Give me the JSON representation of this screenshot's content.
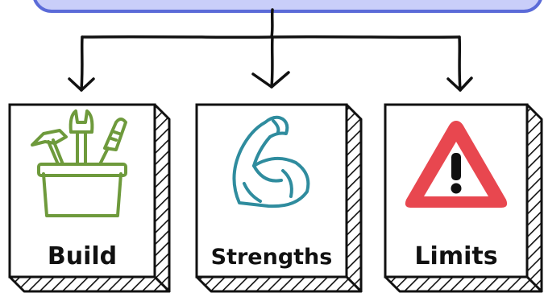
{
  "boxes": [
    {
      "label": "Build",
      "icon": "toolbox-icon"
    },
    {
      "label": "Strengths",
      "icon": "flexed-arm-icon"
    },
    {
      "label": "Limits",
      "icon": "warning-triangle-icon"
    }
  ],
  "colors": {
    "top_bar_fill": "#C9CEF9",
    "top_bar_stroke": "#5B6BD8",
    "ink": "#111111",
    "tool_green": "#6E9A3C",
    "arm_teal": "#2F8C9E",
    "warning_red": "#E8474F",
    "box_fill": "#FFFFFF"
  }
}
